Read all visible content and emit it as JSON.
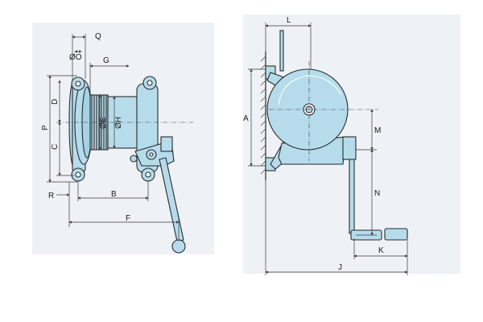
{
  "diagram": {
    "colors": {
      "fill": "#b6dcec",
      "stroke": "#2a2a2a",
      "dimension": "#3a3a3a",
      "panel": "#eef1f5",
      "wall_hatch": "#555555"
    },
    "left_view": {
      "labels": {
        "q": "Q",
        "o": "ØO",
        "g": "G",
        "d": "D",
        "p": "P",
        "c": "C",
        "e": "ØE",
        "h": "ØH",
        "r": "R",
        "b": "B",
        "f": "F"
      }
    },
    "right_view": {
      "labels": {
        "l": "L",
        "a": "A",
        "m": "M",
        "n": "N",
        "k": "K",
        "j": "J"
      }
    }
  }
}
